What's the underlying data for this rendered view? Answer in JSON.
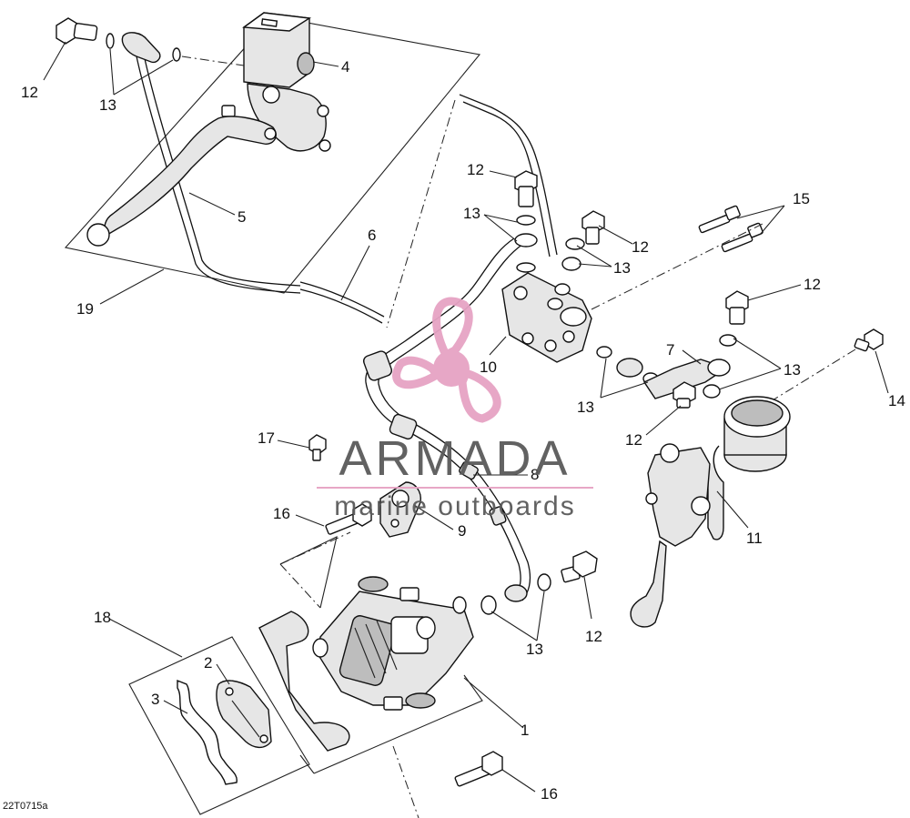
{
  "figure_code": "22T0715a",
  "watermark": {
    "brand": "ARMADA",
    "tagline": "marine outboards",
    "brand_color": "#5a5a5a",
    "accent_color": "#e6a3c4"
  },
  "callouts": [
    {
      "id": "c1",
      "label": "1"
    },
    {
      "id": "c2",
      "label": "2"
    },
    {
      "id": "c3",
      "label": "3"
    },
    {
      "id": "c4",
      "label": "4"
    },
    {
      "id": "c5",
      "label": "5"
    },
    {
      "id": "c6",
      "label": "6"
    },
    {
      "id": "c7",
      "label": "7"
    },
    {
      "id": "c8",
      "label": "8"
    },
    {
      "id": "c9",
      "label": "9"
    },
    {
      "id": "c10",
      "label": "10"
    },
    {
      "id": "c11",
      "label": "11"
    },
    {
      "id": "c12a",
      "label": "12"
    },
    {
      "id": "c12b",
      "label": "12"
    },
    {
      "id": "c12c",
      "label": "12"
    },
    {
      "id": "c12d",
      "label": "12"
    },
    {
      "id": "c12e",
      "label": "12"
    },
    {
      "id": "c12f",
      "label": "12"
    },
    {
      "id": "c13a",
      "label": "13"
    },
    {
      "id": "c13b",
      "label": "13"
    },
    {
      "id": "c13c",
      "label": "13"
    },
    {
      "id": "c13d",
      "label": "13"
    },
    {
      "id": "c13e",
      "label": "13"
    },
    {
      "id": "c13f",
      "label": "13"
    },
    {
      "id": "c14",
      "label": "14"
    },
    {
      "id": "c15",
      "label": "15"
    },
    {
      "id": "c16a",
      "label": "16"
    },
    {
      "id": "c16b",
      "label": "16"
    },
    {
      "id": "c17",
      "label": "17"
    },
    {
      "id": "c18",
      "label": "18"
    },
    {
      "id": "c19",
      "label": "19"
    }
  ]
}
